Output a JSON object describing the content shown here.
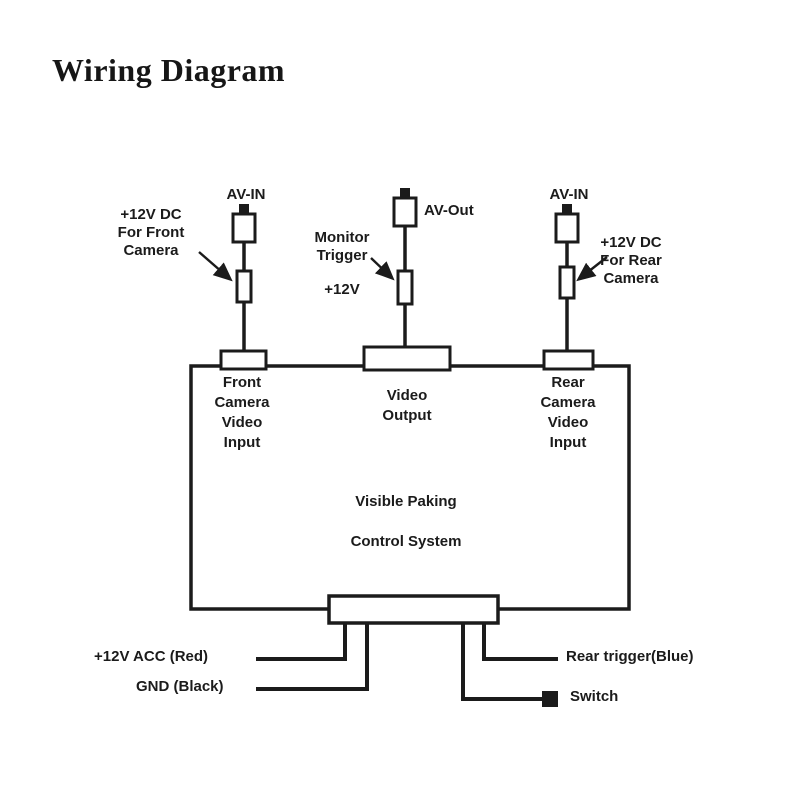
{
  "title": "Wiring Diagram",
  "labels": {
    "av_in_left": "AV-IN",
    "av_out": "AV-Out",
    "av_in_right": "AV-IN",
    "front_power": [
      "+12V DC",
      "For Front",
      "Camera"
    ],
    "monitor_trigger": [
      "Monitor",
      "Trigger"
    ],
    "monitor_trigger_voltage": "+12V",
    "rear_power": [
      "+12V DC",
      "For Rear",
      "Camera"
    ],
    "front_input": [
      "Front",
      "Camera",
      "Video",
      "Input"
    ],
    "video_output": [
      "Video",
      "Output"
    ],
    "rear_input": [
      "Rear",
      "Camera",
      "Video",
      "Input"
    ],
    "system_line1": "Visible Paking",
    "system_line2": "Control System",
    "acc": "+12V ACC (Red)",
    "gnd": "GND (Black)",
    "rear_trigger": "Rear trigger(Blue)",
    "switch": "Switch"
  },
  "colors": {
    "ink": "#1b1b1b",
    "background": "#ffffff"
  }
}
